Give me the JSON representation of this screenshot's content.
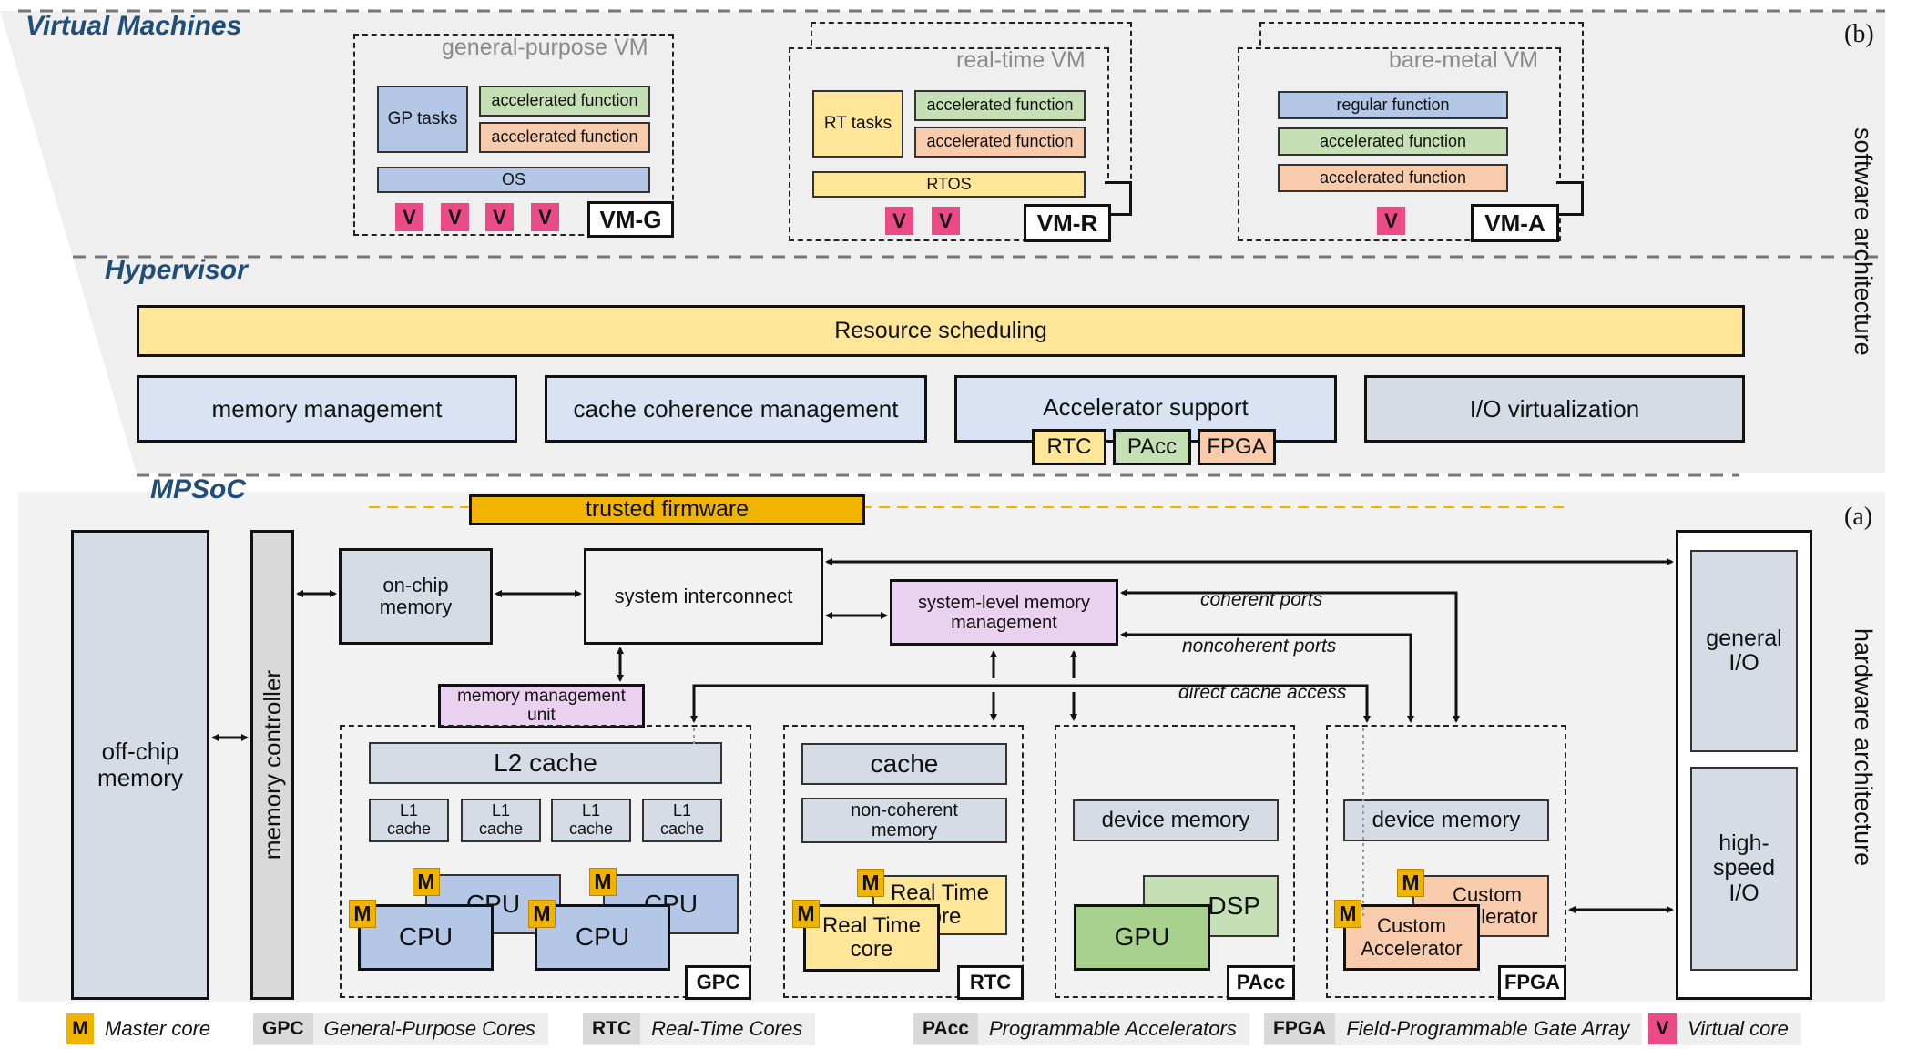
{
  "sections": {
    "virtual_machines": "Virtual Machines",
    "hypervisor": "Hypervisor",
    "mpsoc": "MPSoC",
    "software_architecture": "software architecture",
    "hardware_architecture": "hardware architecture",
    "label_b": "(b)",
    "label_a": "(a)"
  },
  "vm_g": {
    "title": "general-purpose VM",
    "gp_tasks": "GP tasks",
    "accel1": "accelerated function",
    "accel2": "accelerated function",
    "os": "OS",
    "vcores": [
      "V",
      "V",
      "V",
      "V"
    ],
    "tag": "VM-G"
  },
  "vm_r": {
    "title": "real-time VM",
    "rt_tasks": "RT tasks",
    "accel1": "accelerated function",
    "accel2": "accelerated function",
    "rtos": "RTOS",
    "vcores": [
      "V",
      "V"
    ],
    "tag": "VM-R"
  },
  "vm_a": {
    "title": "bare-metal VM",
    "regular": "regular function",
    "accel1": "accelerated function",
    "accel2": "accelerated function",
    "vcores": [
      "V"
    ],
    "tag": "VM-A"
  },
  "hypervisor": {
    "resource_scheduling": "Resource scheduling",
    "memory_management": "memory management",
    "cache_coherence": "cache coherence management",
    "accelerator_support": "Accelerator support",
    "rtc": "RTC",
    "pacc": "PAcc",
    "fpga": "FPGA",
    "io_virtualization": "I/O virtualization"
  },
  "mpsoc": {
    "trusted_firmware": "trusted firmware",
    "off_chip_memory": "off-chip memory",
    "memory_controller": "memory controller",
    "on_chip_memory": "on-chip memory",
    "system_interconnect": "system interconnect",
    "smmu": "system-level memory management",
    "mmu": "memory management unit",
    "coherent_ports": "coherent ports",
    "noncoherent_ports": "noncoherent ports",
    "direct_cache_access": "direct cache access",
    "general_io": "general I/O",
    "high_speed_io": "high-speed I/O"
  },
  "gpc": {
    "l2": "L2 cache",
    "l1": [
      "L1 cache",
      "L1 cache",
      "L1 cache",
      "L1 cache"
    ],
    "cpu_back": [
      "CPU",
      "CPU"
    ],
    "cpu_front": [
      "CPU",
      "CPU"
    ],
    "tag": "GPC"
  },
  "rtc": {
    "cache": "cache",
    "noncoherent_memory": "non-coherent memory",
    "core_back": "Real Time core",
    "core_front": "Real Time core",
    "tag": "RTC"
  },
  "pacc": {
    "device_memory": "device memory",
    "dsp": "DSP",
    "gpu": "GPU",
    "tag": "PAcc"
  },
  "fpga": {
    "device_memory": "device memory",
    "accel_back": "Custom Accelerator",
    "accel_front": "Custom Accelerator",
    "tag": "FPGA"
  },
  "master_core_symbol": "M",
  "legend": [
    {
      "key": "M",
      "text": "Master core",
      "key_color": "#f0b400"
    },
    {
      "key": "GPC",
      "text": "General-Purpose Cores",
      "key_color": "#d9d9d9"
    },
    {
      "key": "RTC",
      "text": "Real-Time Cores",
      "key_color": "#d9d9d9"
    },
    {
      "key": "PAcc",
      "text": "Programmable Accelerators",
      "key_color": "#d9d9d9"
    },
    {
      "key": "FPGA",
      "text": "Field-Programmable Gate Array",
      "key_color": "#d9d9d9"
    },
    {
      "key": "V",
      "text": "Virtual core",
      "key_color": "#ea4b86"
    }
  ],
  "colors": {
    "blue": "#b4c7e7",
    "green": "#c5e0b4",
    "orange": "#f8cbad",
    "yellow": "#ffe699",
    "gold": "#f0b400",
    "pink": "#ea4b86",
    "lavender": "#ead1f0",
    "gray": "#d6dce5",
    "light_blue": "#dae3f3",
    "navy_title": "#1f4e79"
  }
}
